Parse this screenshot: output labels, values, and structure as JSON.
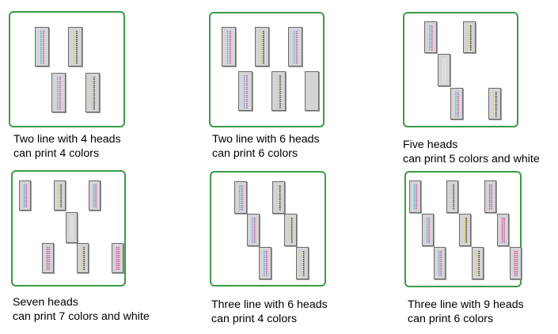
{
  "colors": {
    "border": "#3c9a48",
    "head_bg": "#d4d4d6",
    "cyan": "#3aa7e0",
    "magenta": "#d6338a",
    "yellow": "#e0d24a",
    "black": "#222222",
    "white": "#f4f4f4"
  },
  "configs": [
    {
      "line1": "Two line with 4 heads",
      "line2": "can print 4 colors",
      "heads": [
        {
          "cols": [
            "cyan",
            "magenta"
          ]
        },
        {
          "cols": [
            "yellow",
            "black"
          ]
        },
        {
          "cols": [
            "cyan",
            "magenta"
          ]
        },
        {
          "cols": [
            "yellow",
            "black"
          ]
        }
      ]
    },
    {
      "line1": "Two line with 6 heads",
      "line2": "can print 6 colors",
      "heads": [
        {
          "cols": [
            "cyan",
            "magenta"
          ]
        },
        {
          "cols": [
            "yellow",
            "black"
          ]
        },
        {
          "cols": [
            "cyan",
            "magenta"
          ]
        },
        {
          "cols": [
            "cyan",
            "magenta"
          ]
        },
        {
          "cols": [
            "yellow",
            "black"
          ]
        },
        {
          "cols": []
        }
      ]
    },
    {
      "line1": "Five heads",
      "line2": "can print 5 colors and white",
      "heads": [
        {
          "cols": [
            "cyan",
            "magenta"
          ]
        },
        {
          "cols": [
            "yellow",
            "black"
          ]
        },
        {
          "cols": [
            "white",
            "white"
          ]
        },
        {
          "cols": [
            "cyan",
            "magenta"
          ]
        },
        {
          "cols": [
            "yellow",
            "black"
          ]
        }
      ]
    },
    {
      "line1": "Seven heads",
      "line2": "can print 7 colors and white",
      "heads": [
        {
          "cols": [
            "cyan",
            "magenta"
          ]
        },
        {
          "cols": [
            "yellow",
            "black"
          ]
        },
        {
          "cols": [
            "cyan",
            "magenta"
          ]
        },
        {
          "cols": [
            "white",
            "white"
          ]
        },
        {
          "cols": [
            "magenta",
            "magenta"
          ]
        },
        {
          "cols": [
            "yellow",
            "black"
          ]
        },
        {
          "cols": [
            "magenta",
            "magenta"
          ]
        }
      ]
    },
    {
      "line1": "Three line with 6 heads",
      "line2": "can print 4 colors",
      "heads": [
        {
          "cols": [
            "cyan",
            "magenta"
          ]
        },
        {
          "cols": [
            "yellow",
            "black"
          ]
        },
        {
          "cols": [
            "cyan",
            "magenta"
          ]
        },
        {
          "cols": [
            "yellow",
            "black"
          ]
        },
        {
          "cols": [
            "cyan",
            "magenta"
          ]
        },
        {
          "cols": [
            "yellow",
            "black"
          ]
        }
      ]
    },
    {
      "line1": "Three line with 9 heads",
      "line2": "can print 6 colors",
      "heads": [
        {
          "cols": [
            "cyan",
            "magenta"
          ]
        },
        {
          "cols": [
            "yellow",
            "black"
          ]
        },
        {
          "cols": [
            "magenta",
            "magenta"
          ]
        },
        {
          "cols": [
            "cyan",
            "magenta"
          ]
        },
        {
          "cols": [
            "yellow",
            "black"
          ]
        },
        {
          "cols": [
            "magenta",
            "magenta"
          ]
        },
        {
          "cols": [
            "cyan",
            "magenta"
          ]
        },
        {
          "cols": [
            "yellow",
            "black"
          ]
        },
        {
          "cols": [
            "magenta",
            "magenta"
          ]
        }
      ]
    }
  ]
}
